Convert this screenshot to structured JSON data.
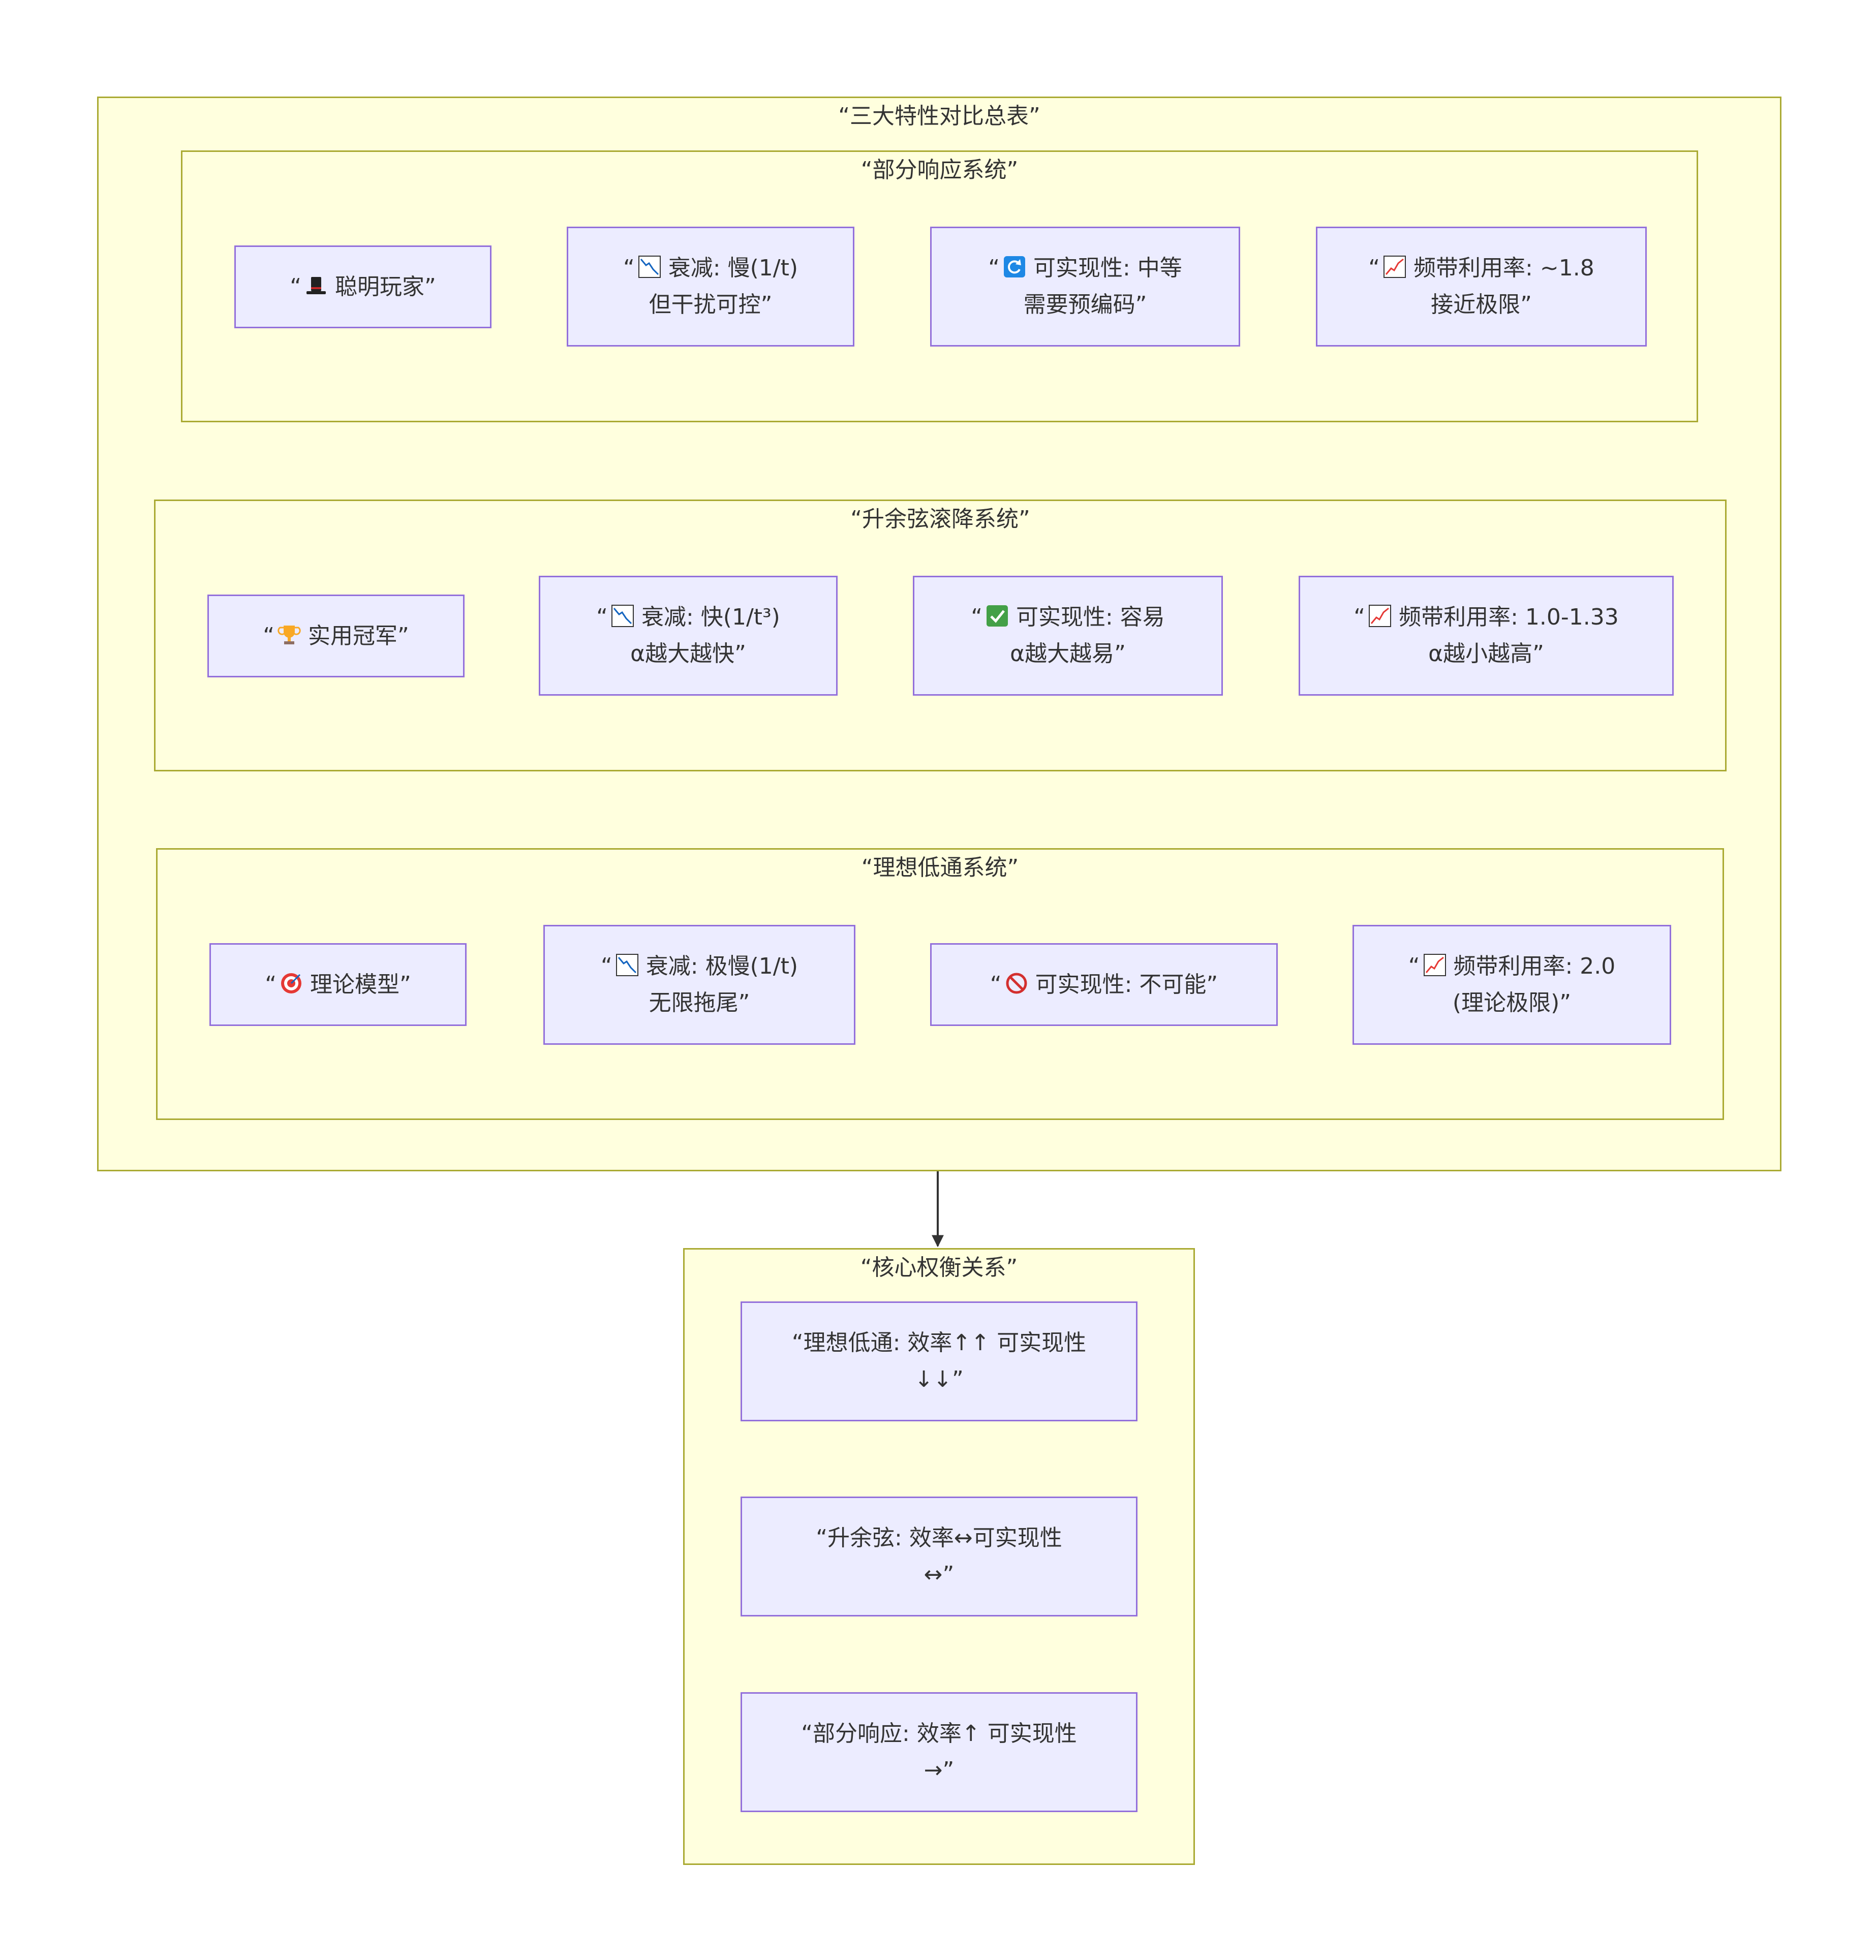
{
  "summary": {
    "title": "“三大特性对比总表”",
    "groups": [
      {
        "title": "“部分响应系统”",
        "nodes": [
          {
            "icon": "top-hat-icon",
            "line1": "聪明玩家”",
            "line2": ""
          },
          {
            "icon": "chart-decreasing-icon",
            "line1": "衰减: 慢(1/t)",
            "line2": "但干扰可控”"
          },
          {
            "icon": "refresh-icon",
            "line1": "可实现性: 中等",
            "line2": "需要预编码”"
          },
          {
            "icon": "chart-increasing-icon",
            "line1": "频带利用率: ~1.8",
            "line2": "接近极限”"
          }
        ]
      },
      {
        "title": "“升余弦滚降系统”",
        "nodes": [
          {
            "icon": "trophy-icon",
            "line1": "实用冠军”",
            "line2": ""
          },
          {
            "icon": "chart-decreasing-icon",
            "line1": "衰减: 快(1/t³)",
            "line2": "α越大越快”"
          },
          {
            "icon": "check-mark-icon",
            "line1": "可实现性: 容易",
            "line2": "α越大越易”"
          },
          {
            "icon": "chart-increasing-icon",
            "line1": "频带利用率: 1.0-1.33",
            "line2": "α越小越高”"
          }
        ]
      },
      {
        "title": "“理想低通系统”",
        "nodes": [
          {
            "icon": "target-icon",
            "line1": "理论模型”",
            "line2": ""
          },
          {
            "icon": "chart-decreasing-icon",
            "line1": "衰减: 极慢(1/t)",
            "line2": "无限拖尾”"
          },
          {
            "icon": "prohibited-icon",
            "line1": "可实现性: 不可能”",
            "line2": ""
          },
          {
            "icon": "chart-increasing-icon",
            "line1": "频带利用率: 2.0",
            "line2": "(理论极限)”"
          }
        ]
      }
    ]
  },
  "tradeoff": {
    "title": "“核心权衡关系”",
    "nodes": [
      {
        "line1": "“理想低通: 效率↑↑ 可实现性",
        "line2": "↓↓”"
      },
      {
        "line1": "“升余弦: 效率↔可实现性",
        "line2": "↔”"
      },
      {
        "line1": "“部分响应: 效率↑ 可实现性",
        "line2": "→”"
      }
    ]
  },
  "open_quote": "“",
  "colors": {
    "cluster_fill": "#ffffde",
    "cluster_border": "#aaaa33",
    "node_fill": "#ececff",
    "node_border": "#9370db",
    "edge": "#333333"
  }
}
